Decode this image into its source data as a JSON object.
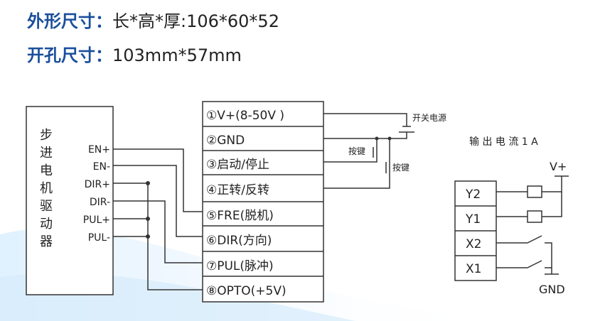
{
  "specs": {
    "dimensions_label": "外形尺寸：",
    "dimensions_value": "长*高*厚:106*60*52",
    "hole_label": "开孔尺寸：",
    "hole_value": "103mm*57mm"
  },
  "driver": {
    "title_chars": [
      "步",
      "进",
      "电",
      "机",
      "驱",
      "动",
      "器"
    ],
    "pins": [
      "EN+",
      "EN-",
      "DIR+",
      "DIR-",
      "PUL+",
      "PUL-"
    ]
  },
  "terminals": [
    "①V+(8-50V )",
    "②GND",
    "③启动/停止",
    "④正转/反转",
    "⑤FRE(脱机)",
    "⑥DIR(方向)",
    "⑦PUL(脉冲)",
    "⑧OPTO(+5V)"
  ],
  "wiring": {
    "power_switch": "开关电源",
    "button_1": "按键",
    "button_2": "按键"
  },
  "output": {
    "title": "输 出 电 流 1 A",
    "vplus": "V+",
    "ports": [
      "Y2",
      "Y1",
      "X2",
      "X1"
    ],
    "gnd": "GND"
  }
}
